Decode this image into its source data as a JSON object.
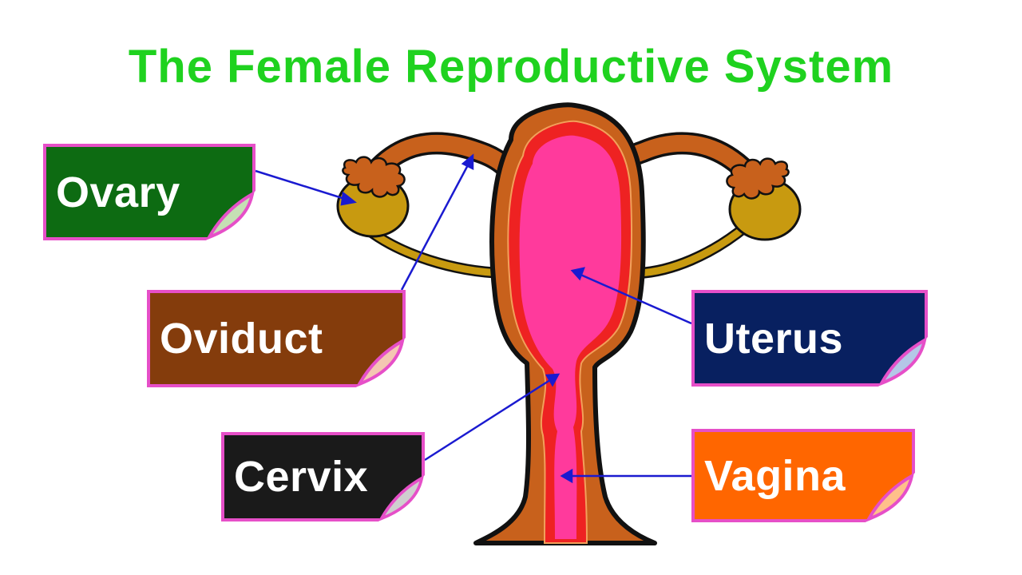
{
  "title": "The Female Reproductive System",
  "colors": {
    "title": "#1fd21f",
    "box_border": "#e64fc8",
    "arrow": "#1a1ad0",
    "tissue_outer": "#c8611c",
    "tissue_red": "#ee2222",
    "cavity": "#ff3a9c",
    "ovary": "#c89a10",
    "fimbriae": "#c8611c"
  },
  "labels": {
    "ovary": {
      "text": "Ovary",
      "color": "#0d6b12"
    },
    "oviduct": {
      "text": "Oviduct",
      "color": "#843c0c"
    },
    "cervix": {
      "text": "Cervix",
      "color": "#1a1a1a"
    },
    "uterus": {
      "text": "Uterus",
      "color": "#082060"
    },
    "vagina": {
      "text": "Vagina",
      "color": "#ff6600"
    }
  },
  "icons": [
    "page-curl-icon"
  ]
}
